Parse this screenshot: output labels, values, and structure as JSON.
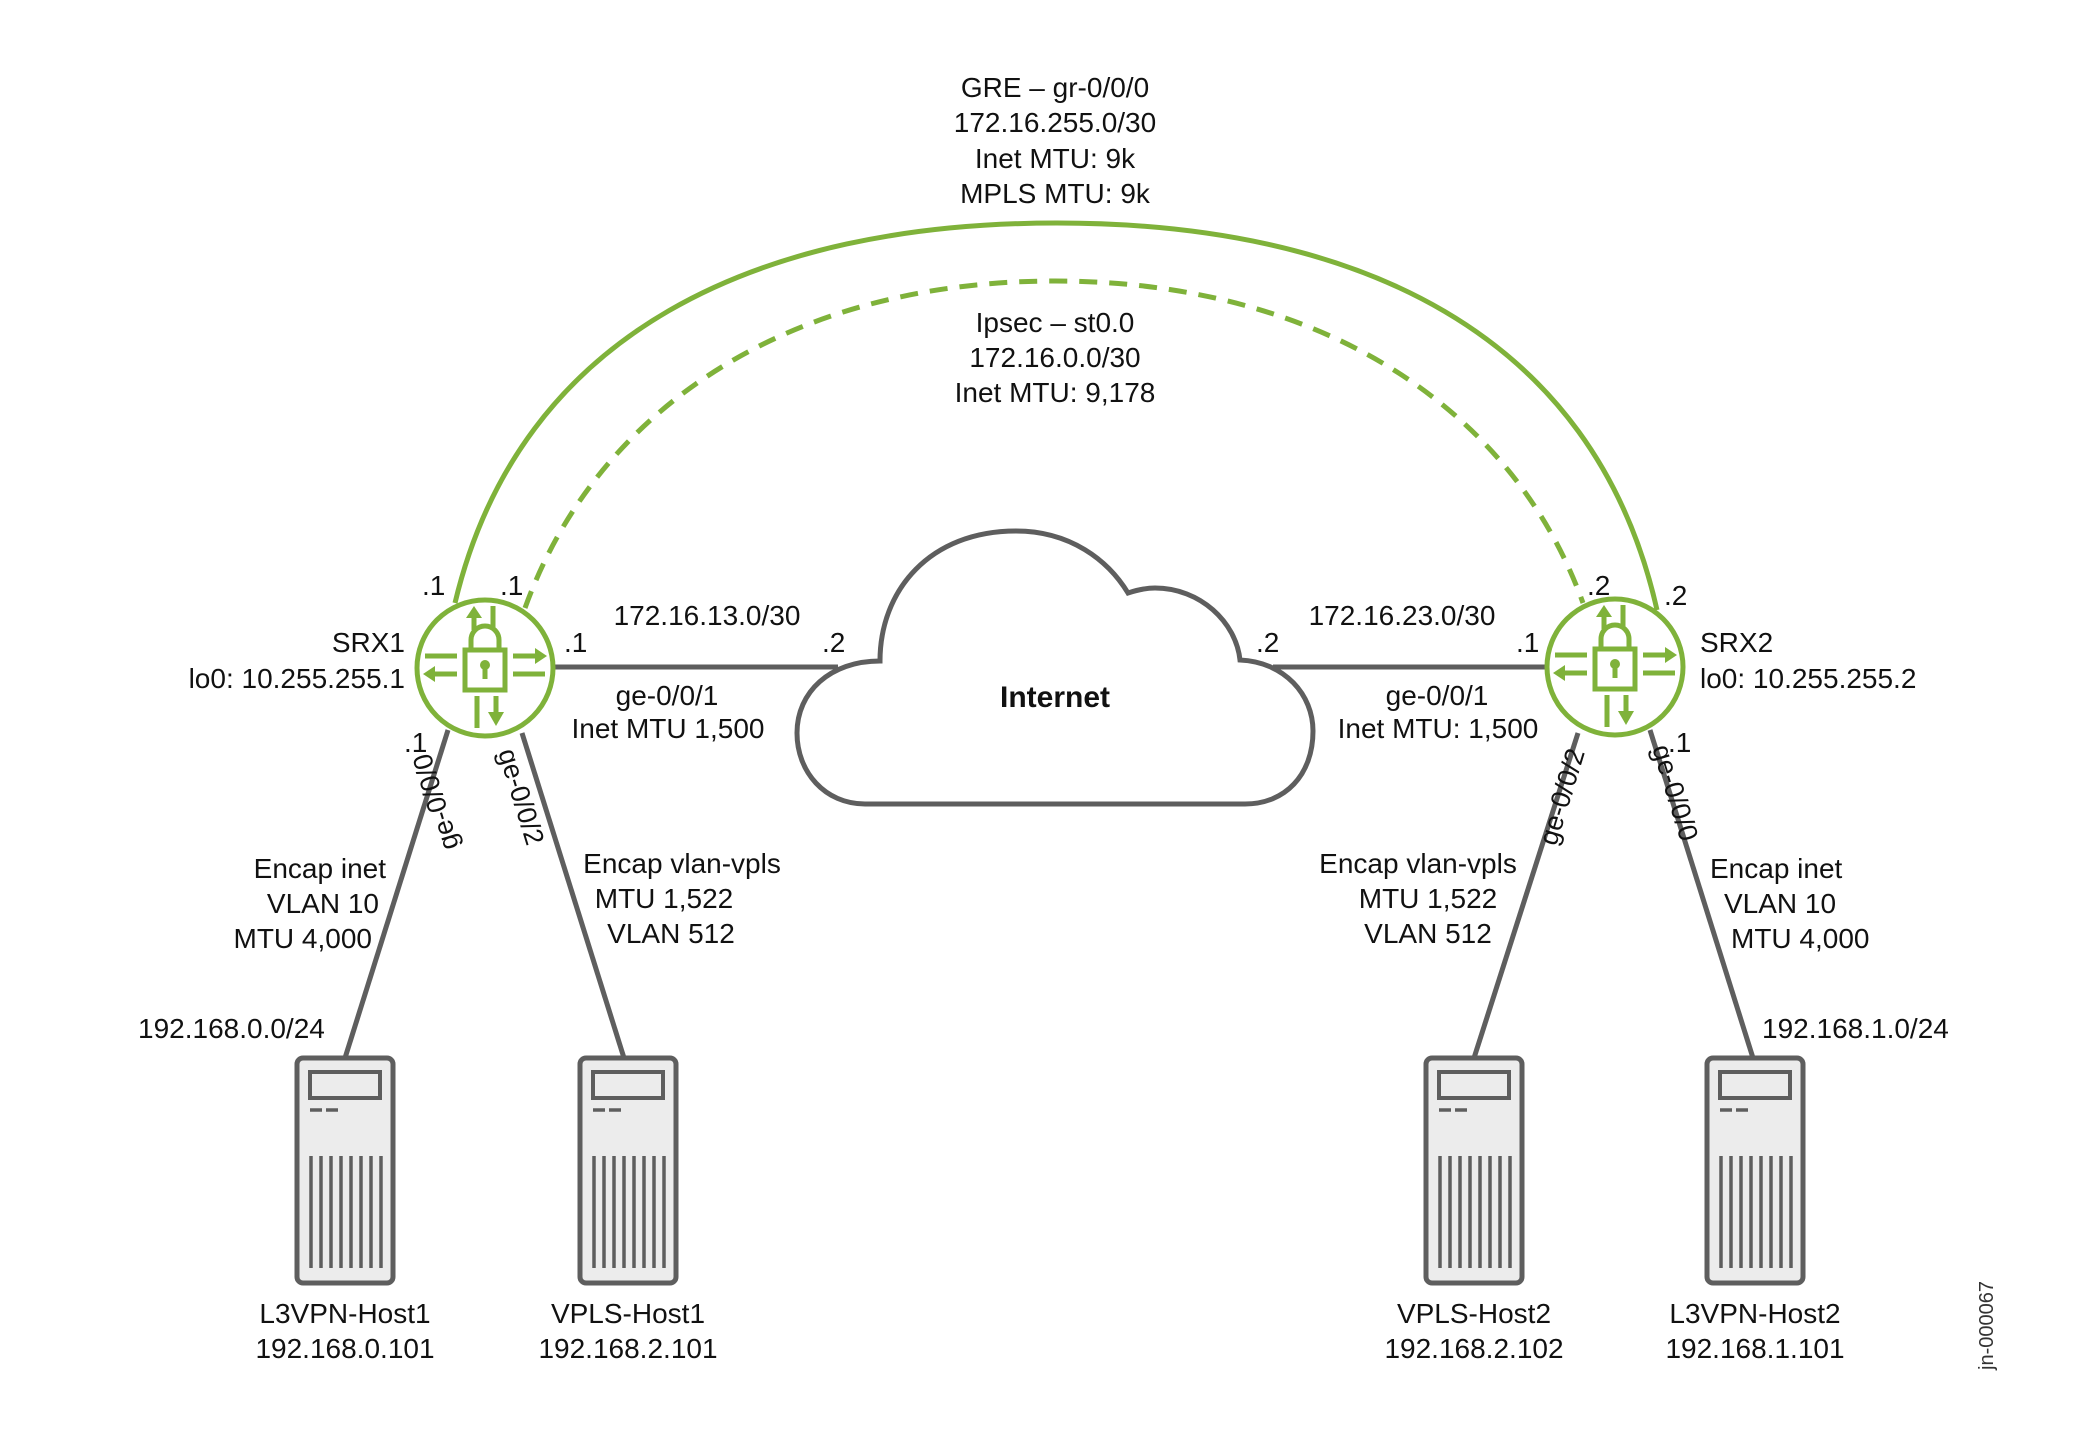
{
  "diagram": {
    "figure_id": "jn-000067",
    "colors": {
      "tunnel": "#7fb23a",
      "wire": "#5e5e5e",
      "server_fill": "#ececec",
      "text": "#111111"
    },
    "tunnels": {
      "gre": {
        "lines": [
          "GRE – gr-0/0/0",
          "172.16.255.0/30",
          "Inet MTU: 9k",
          "MPLS MTU: 9k"
        ],
        "srx1_addr": ".1",
        "srx2_addr": ".2",
        "style": "solid"
      },
      "ipsec": {
        "lines": [
          "Ipsec – st0.0",
          "172.16.0.0/30",
          "Inet MTU: 9,178"
        ],
        "srx1_addr": ".1",
        "srx2_addr": ".2",
        "style": "dashed"
      }
    },
    "cloud": {
      "label": "Internet"
    },
    "devices": {
      "srx1": {
        "name": "SRX1",
        "loopback": "lo0: 10.255.255.1",
        "icon": "firewall-lock-icon"
      },
      "srx2": {
        "name": "SRX2",
        "loopback": "lo0: 10.255.255.2",
        "icon": "firewall-lock-icon"
      }
    },
    "links": {
      "srx1_internet": {
        "subnet": "172.16.13.0/30",
        "srx_addr": ".1",
        "cloud_addr": ".2",
        "interface": "ge-0/0/1",
        "mtu": "Inet MTU 1,500"
      },
      "srx2_internet": {
        "subnet": "172.16.23.0/30",
        "srx_addr": ".1",
        "cloud_addr": ".2",
        "interface": "ge-0/0/1",
        "mtu": "Inet MTU: 1,500"
      },
      "srx1_l3vpn": {
        "interface": "ge-0/0/0",
        "addr": ".1",
        "subnet": "192.168.0.0/24",
        "lines": [
          "Encap inet",
          "VLAN 10",
          "MTU 4,000"
        ]
      },
      "srx1_vpls": {
        "interface": "ge-0/0/2",
        "lines": [
          "Encap vlan-vpls",
          "MTU 1,522",
          "VLAN 512"
        ]
      },
      "srx2_vpls": {
        "interface": "ge-0/0/2",
        "lines": [
          "Encap vlan-vpls",
          "MTU 1,522",
          "VLAN 512"
        ]
      },
      "srx2_l3vpn": {
        "interface": "ge-0/0/0",
        "addr": ".1",
        "subnet": "192.168.1.0/24",
        "lines": [
          "Encap inet",
          "VLAN 10",
          "MTU 4,000"
        ]
      }
    },
    "hosts": [
      {
        "name": "L3VPN-Host1",
        "ip": "192.168.0.101",
        "icon": "server-icon"
      },
      {
        "name": "VPLS-Host1",
        "ip": "192.168.2.101",
        "icon": "server-icon"
      },
      {
        "name": "VPLS-Host2",
        "ip": "192.168.2.102",
        "icon": "server-icon"
      },
      {
        "name": "L3VPN-Host2",
        "ip": "192.168.1.101",
        "icon": "server-icon"
      }
    ]
  }
}
